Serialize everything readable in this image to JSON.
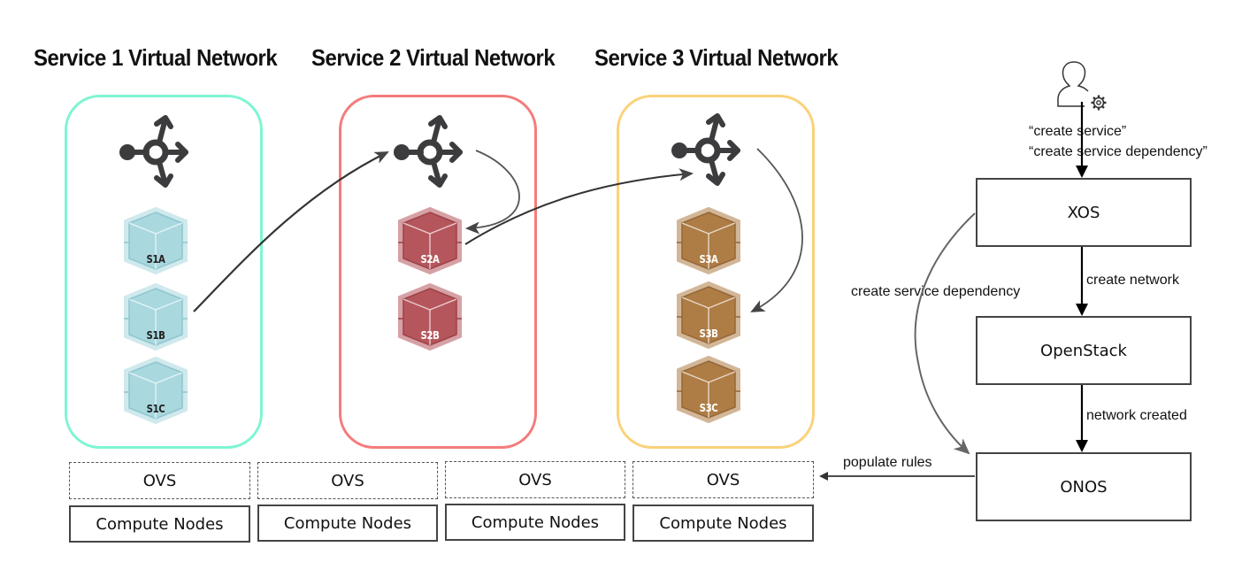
{
  "services": [
    {
      "title": "Service 1 Virtual Network",
      "color": "#7ef5d3",
      "vm_color": "#a9d8df",
      "vm_dark": "#8fc6cf",
      "label_color": "#222222",
      "vms": [
        "S1A",
        "S1B",
        "S1C"
      ]
    },
    {
      "title": "Service 2 Virtual Network",
      "color": "#f47c7c",
      "vm_color": "#b5565c",
      "vm_dark": "#9d4148",
      "label_color": "#ffffff",
      "vms": [
        "S2A",
        "S2B"
      ]
    },
    {
      "title": "Service 3 Virtual Network",
      "color": "#fbd27a",
      "vm_color": "#ae7c45",
      "vm_dark": "#956636",
      "label_color": "#ffffff",
      "vms": [
        "S3A",
        "S3B",
        "S3C"
      ]
    }
  ],
  "compute_columns": [
    {
      "ovs": "OVS",
      "compute": "Compute Nodes"
    },
    {
      "ovs": "OVS",
      "compute": "Compute Nodes"
    },
    {
      "ovs": "OVS",
      "compute": "Compute Nodes"
    },
    {
      "ovs": "OVS",
      "compute": "Compute Nodes"
    }
  ],
  "controllers": {
    "xos": "XOS",
    "openstack": "OpenStack",
    "onos": "ONOS"
  },
  "edge_labels": {
    "user_to_xos_1": "“create service”",
    "user_to_xos_2": "“create service dependency”",
    "xos_to_openstack": "create network",
    "openstack_to_onos": "network created",
    "xos_to_onos": "create service dependency",
    "onos_to_ovs": "populate rules"
  },
  "icons": {
    "user": "user-admin-icon",
    "router": "network-router-icon",
    "vm": "vm-cube-icon"
  }
}
